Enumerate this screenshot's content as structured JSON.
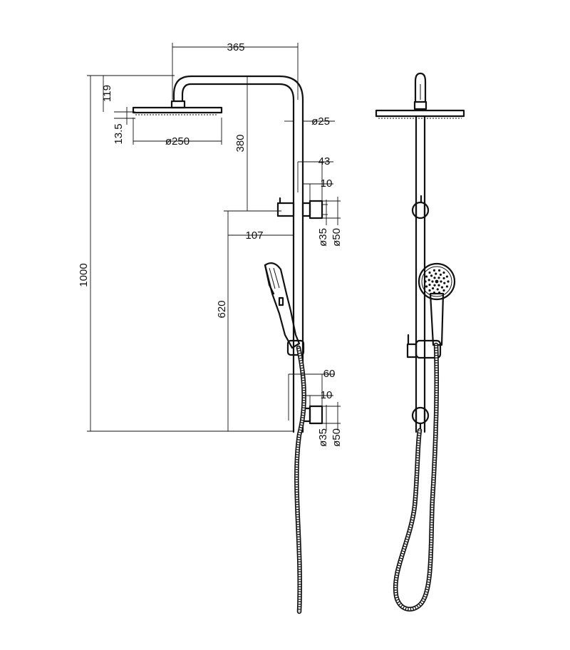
{
  "dimensions": {
    "arm_reach": "365",
    "arm_drop": "119",
    "head_thickness": "13.5",
    "head_diameter": "ø250",
    "rail_diameter": "ø25",
    "head_to_bracket": "380",
    "total_height": "1000",
    "bracket_spacing": "620",
    "top_bracket_projection": "43",
    "top_bracket_offset": "10",
    "top_bracket_wall_offset": "107",
    "top_flange_inner": "ø35",
    "top_flange_outer": "ø50",
    "bottom_bracket_projection": "60",
    "bottom_bracket_offset": "10",
    "bottom_flange_inner": "ø35",
    "bottom_flange_outer": "ø50"
  }
}
